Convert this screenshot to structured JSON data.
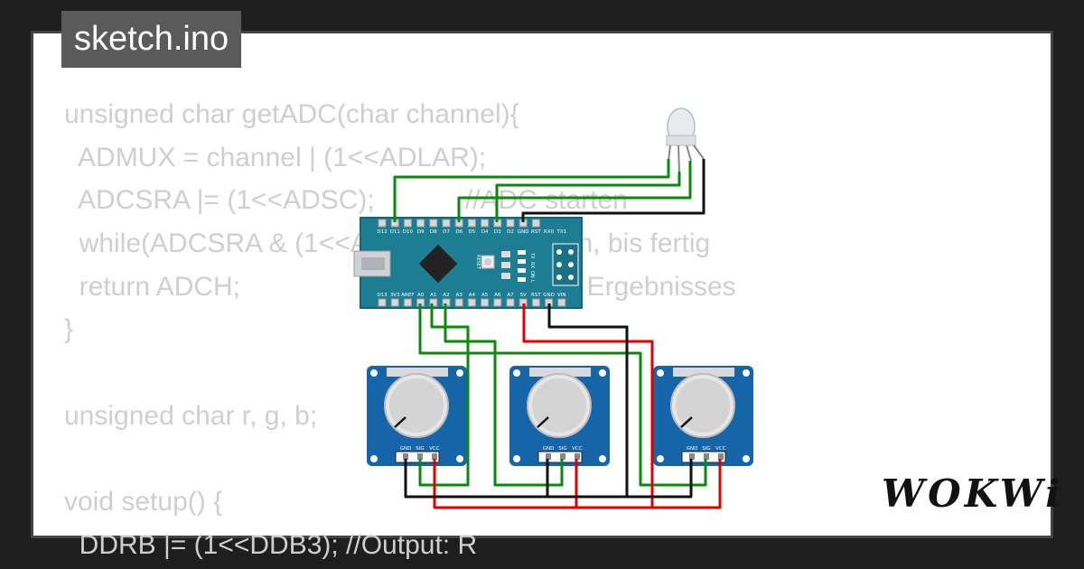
{
  "file_tab": {
    "label": "sketch.ino"
  },
  "code_lines": [
    "unsigned char getADC(char channel){",
    "  ADMUX = channel | (1<<ADLAR);",
    "  ADCSRA |= (1<<ADSC);            //ADC starten",
    "  while(ADCSRA & (1<<ADSC));      //warten, bis fertig",
    "  return ADCH;                    //Rückgabe des Ergebnisses",
    "}",
    "",
    "unsigned char r, g, b;",
    "",
    "void setup() {",
    "  DDRB |= (1<<DDB3); //Output: R"
  ],
  "board": {
    "top_pins": [
      "D12",
      "D11",
      "D10",
      "D9",
      "D8",
      "D7",
      "D6",
      "D5",
      "D4",
      "D3",
      "D2",
      "GND",
      "RST",
      "RX0",
      "TX1"
    ],
    "bottom_pins": [
      "D13",
      "3V3",
      "AREF",
      "A0",
      "A1",
      "A2",
      "A3",
      "A4",
      "A5",
      "A6",
      "A7",
      "5V",
      "RST",
      "GND",
      "VIN"
    ],
    "reset_label": "RESET",
    "led_labels": [
      "TX",
      "RX",
      "ON",
      "L"
    ]
  },
  "potentiometers": [
    {
      "pins": [
        "GND",
        "SIG",
        "VCC"
      ]
    },
    {
      "pins": [
        "GND",
        "SIG",
        "VCC"
      ]
    },
    {
      "pins": [
        "GND",
        "SIG",
        "VCC"
      ]
    }
  ],
  "wire_colors": {
    "green": "#0a8a0a",
    "black": "#111111",
    "red": "#e00000"
  },
  "colors": {
    "board": "#1d7e93",
    "pot_module": "#1565a8"
  },
  "logo": {
    "text": "WOKWi"
  }
}
